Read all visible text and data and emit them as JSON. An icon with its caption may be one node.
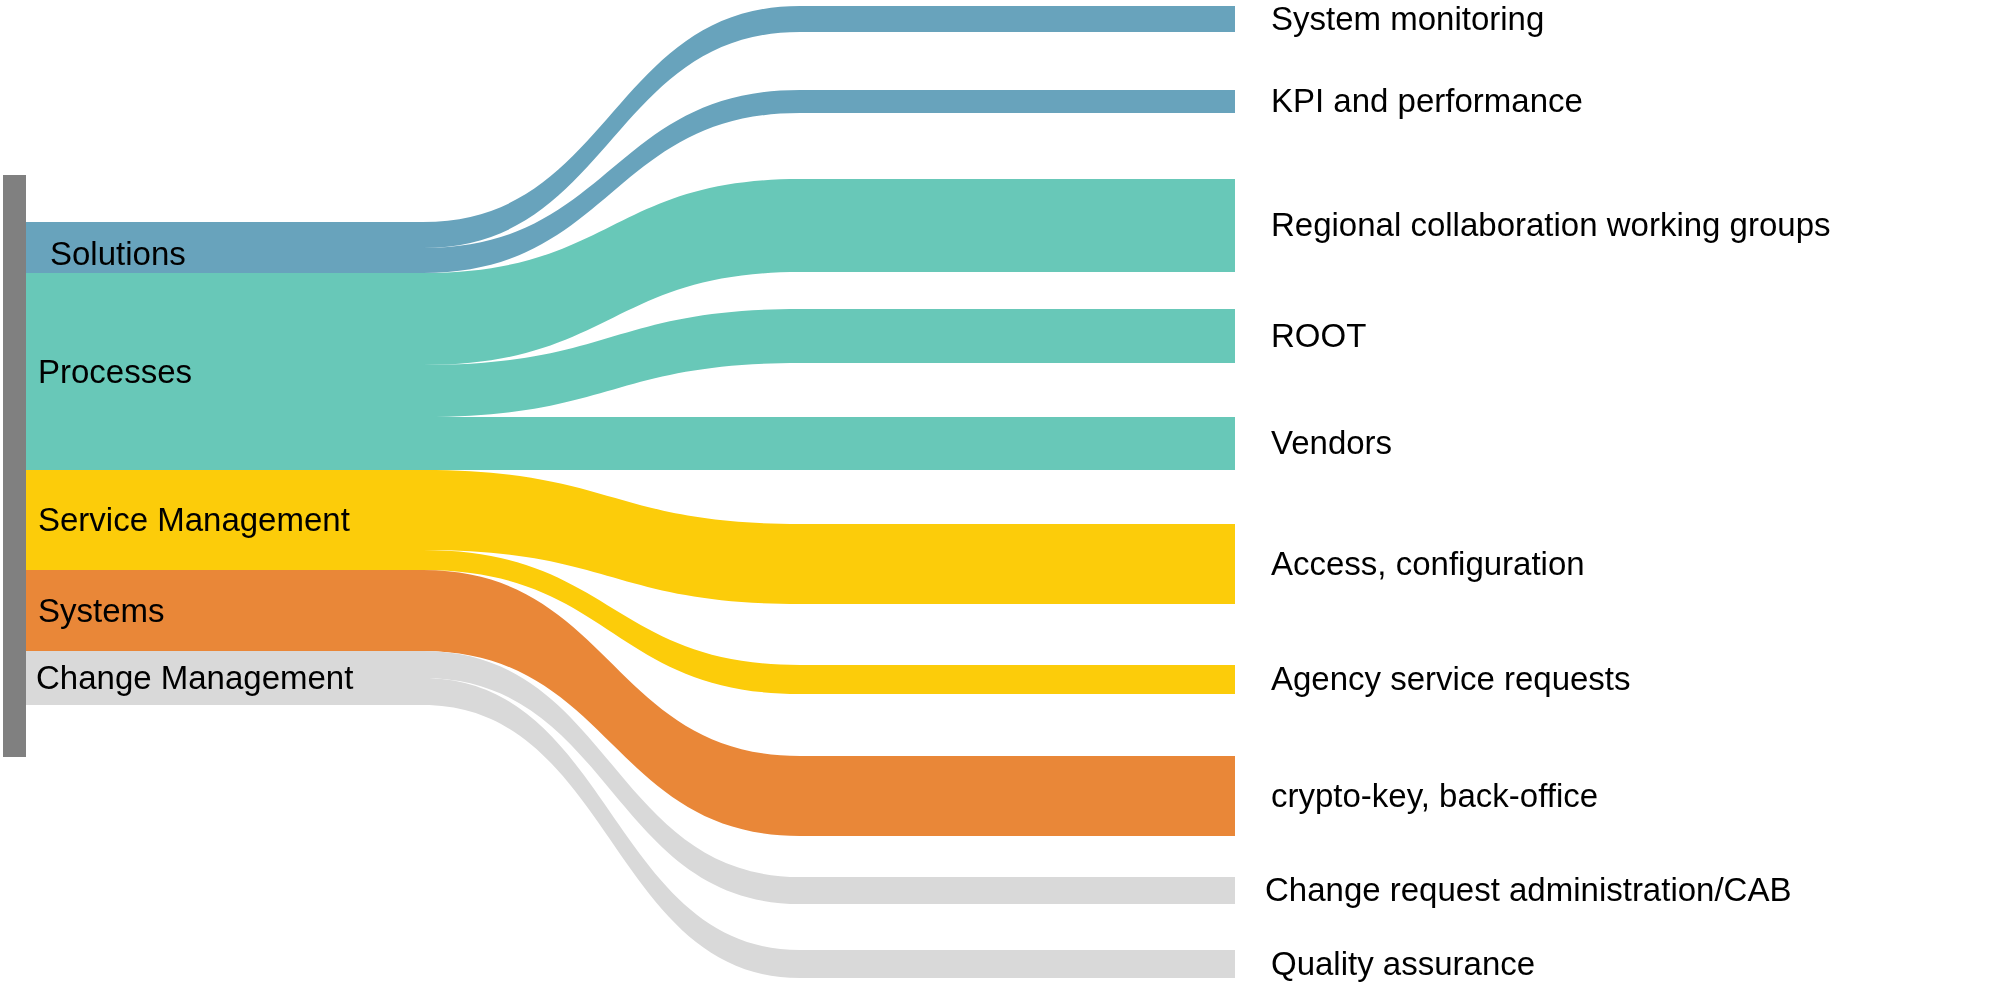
{
  "diagram": {
    "nodes": [
      {
        "text": [
          "Solutions"
        ]
      },
      {
        "text": [
          "Processes"
        ]
      },
      {
        "text": [
          "Service Management"
        ]
      },
      {
        "text": [
          "Systems"
        ]
      },
      {
        "text": [
          "Change Management"
        ]
      },
      {
        "text": [
          "System monitoring"
        ]
      },
      {
        "text": [
          "KPI and performance"
        ]
      },
      {
        "text": [
          "Regional collaboration working groups"
        ]
      },
      {
        "text": [
          "ROOT"
        ]
      },
      {
        "text": [
          "Vendors"
        ]
      },
      {
        "text": [
          "Access, configuration"
        ]
      },
      {
        "text": [
          "Agency service requests"
        ]
      },
      {
        "text": [
          "crypto-key, back-office"
        ]
      },
      {
        "text": [
          "Change request administration/CAB"
        ]
      },
      {
        "text": [
          "Quality assurance"
        ]
      },
      {
        "text": [],
        "shape": "bar"
      }
    ],
    "edges": [
      {
        "from": 0,
        "to": 5,
        "arrow": "none",
        "color": "#68a3bc"
      },
      {
        "from": 0,
        "to": 6,
        "arrow": "none",
        "color": "#68a3bc"
      },
      {
        "from": 1,
        "to": 7,
        "arrow": "none",
        "color": "#68c8b8"
      },
      {
        "from": 1,
        "to": 8,
        "arrow": "none",
        "color": "#68c8b8"
      },
      {
        "from": 1,
        "to": 9,
        "arrow": "none",
        "color": "#68c8b8"
      },
      {
        "from": 2,
        "to": 10,
        "arrow": "none",
        "color": "#fccc0a"
      },
      {
        "from": 2,
        "to": 11,
        "arrow": "none",
        "color": "#fccc0a"
      },
      {
        "from": 3,
        "to": 12,
        "arrow": "none",
        "color": "#e98738"
      },
      {
        "from": 4,
        "to": 13,
        "arrow": "none",
        "color": "#d9d9d9"
      },
      {
        "from": 4,
        "to": 14,
        "arrow": "none",
        "color": "#d9d9d9"
      }
    ]
  }
}
